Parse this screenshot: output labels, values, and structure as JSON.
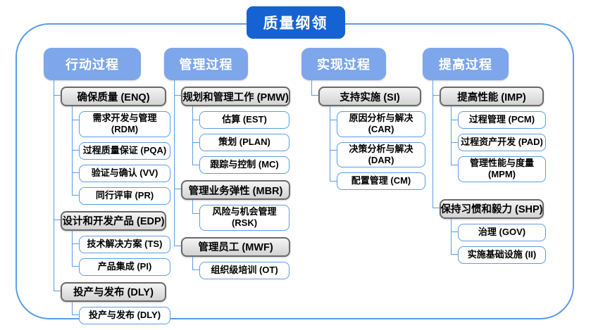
{
  "title": "质量纲领",
  "colors": {
    "title_bg": "#1563d2",
    "header_bg": "#7da7ea",
    "line_blue": "#5b9ce6",
    "gray_fill": "#d9d9d9",
    "gray_border": "#6a6a6a"
  },
  "columns": [
    {
      "header": "行动过程",
      "groups": [
        {
          "label": "确保质量 (ENQ)",
          "children": [
            "需求开发与管理 (RDM)",
            "过程质量保证 (PQA)",
            "验证与确认 (VV)",
            "同行评审 (PR)"
          ]
        },
        {
          "label": "设计和开发产品 (EDP)",
          "children": [
            "技术解决方案 (TS)",
            "产品集成 (PI)"
          ]
        },
        {
          "label": "投产与发布 (DLY)",
          "children": [
            "投产与发布 (DLY)"
          ]
        }
      ]
    },
    {
      "header": "管理过程",
      "groups": [
        {
          "label": "规划和管理工作 (PMW)",
          "children": [
            "估算 (EST)",
            "策划 (PLAN)",
            "跟踪与控制 (MC)"
          ]
        },
        {
          "label": "管理业务弹性 (MBR)",
          "children": [
            "风险与机会管理 (RSK)"
          ]
        },
        {
          "label": "管理员工 (MWF)",
          "children": [
            "组织级培训 (OT)"
          ]
        }
      ]
    },
    {
      "header": "实现过程",
      "groups": [
        {
          "label": "支持实施 (SI)",
          "children": [
            "原因分析与解决 (CAR)",
            "决策分析与解决 (DAR)",
            "配置管理 (CM)"
          ]
        }
      ]
    },
    {
      "header": "提高过程",
      "groups": [
        {
          "label": "提高性能 (IMP)",
          "children": [
            "过程管理 (PCM)",
            "过程资产开发 (PAD)",
            "管理性能与度量 (MPM)"
          ]
        },
        {
          "label": "保持习惯和毅力 (SHP)",
          "children": [
            "治理 (GOV)",
            "实施基础设施 (II)"
          ]
        }
      ]
    }
  ]
}
